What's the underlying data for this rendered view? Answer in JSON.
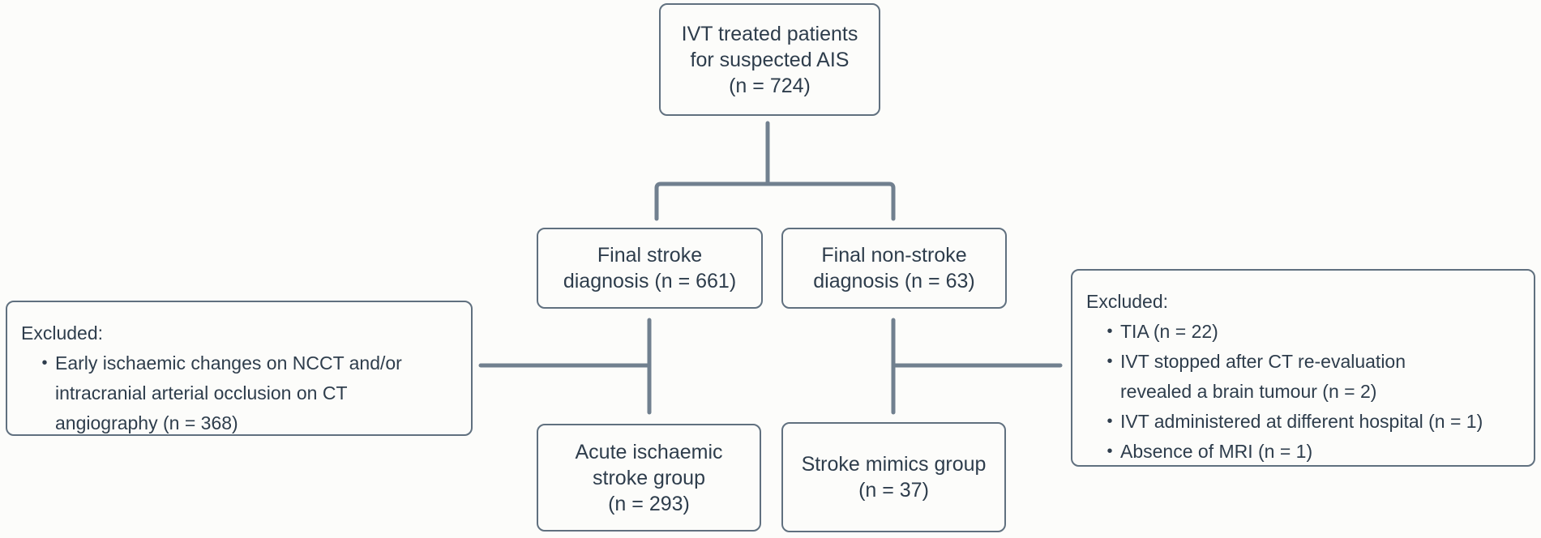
{
  "colors": {
    "bg": "#fcfcfa",
    "border": "#60707f",
    "line": "#71808f",
    "text": "#2e3d4c"
  },
  "glyphs": {
    "bullet": "•"
  },
  "nodes": {
    "top": {
      "lines": [
        "IVT treated patients",
        "for suspected AIS",
        "(n = 724)"
      ]
    },
    "final_stroke": {
      "lines": [
        "Final stroke",
        "diagnosis (n = 661)"
      ]
    },
    "final_non_stroke": {
      "lines": [
        "Final non-stroke",
        "diagnosis (n = 63)"
      ]
    },
    "acute_stroke_group": {
      "lines": [
        "Acute ischaemic",
        "stroke group",
        "(n = 293)"
      ]
    },
    "stroke_mimics_group": {
      "lines": [
        "Stroke mimics group",
        "(n = 37)"
      ]
    },
    "excluded_left": {
      "heading": "Excluded:",
      "bullets": [
        {
          "lines": [
            "Early ischaemic changes on NCCT and/or",
            "intracranial arterial occlusion on CT",
            "angiography (n = 368)"
          ]
        }
      ]
    },
    "excluded_right": {
      "heading": "Excluded:",
      "bullets": [
        {
          "lines": [
            "TIA (n = 22)"
          ]
        },
        {
          "lines": [
            "IVT stopped after CT re-evaluation",
            "revealed a brain tumour (n = 2)"
          ]
        },
        {
          "lines": [
            "IVT administered at different hospital (n = 1)"
          ]
        },
        {
          "lines": [
            "Absence of MRI (n = 1)"
          ]
        }
      ]
    }
  }
}
